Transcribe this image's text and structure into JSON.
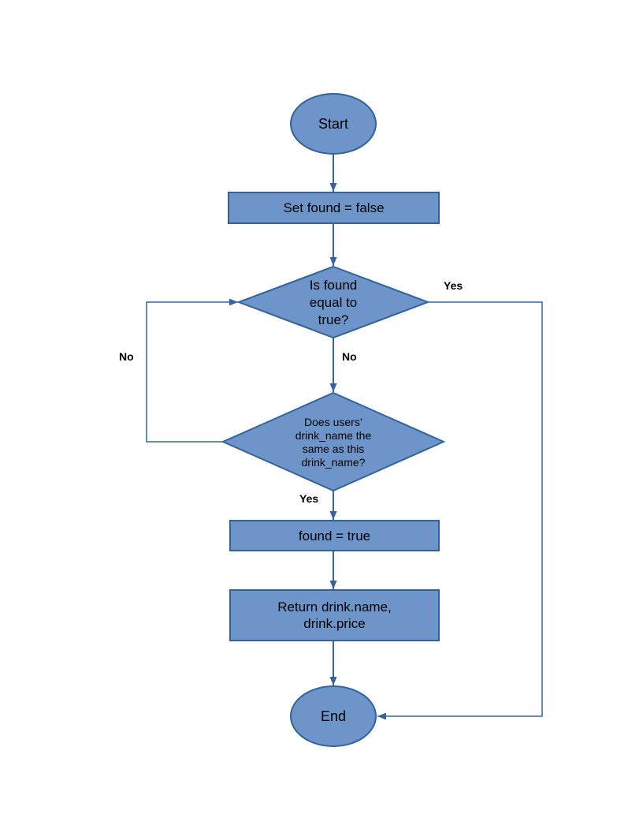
{
  "diagram": {
    "type": "flowchart",
    "colors": {
      "node_fill": "#6e95c9",
      "node_stroke": "#31639c",
      "connector": "#36639e",
      "label_text": "#000000",
      "background": "#ffffff"
    },
    "nodes": {
      "start": {
        "type": "terminator",
        "label": "Start"
      },
      "set_found_false": {
        "type": "process",
        "label": "Set found = false"
      },
      "is_found_true": {
        "type": "decision",
        "label": "Is found\nequal to\ntrue?"
      },
      "drink_name_match": {
        "type": "decision",
        "label": "Does users’\ndrink_name the\nsame as this\ndrink_name?"
      },
      "found_true": {
        "type": "process",
        "label": "found = true"
      },
      "return_drink": {
        "type": "process",
        "label": "Return drink.name,\ndrink.price"
      },
      "end": {
        "type": "terminator",
        "label": "End"
      }
    },
    "edge_labels": {
      "is_found_yes": "Yes",
      "is_found_no": "No",
      "drink_match_no": "No",
      "drink_match_yes": "Yes"
    }
  }
}
